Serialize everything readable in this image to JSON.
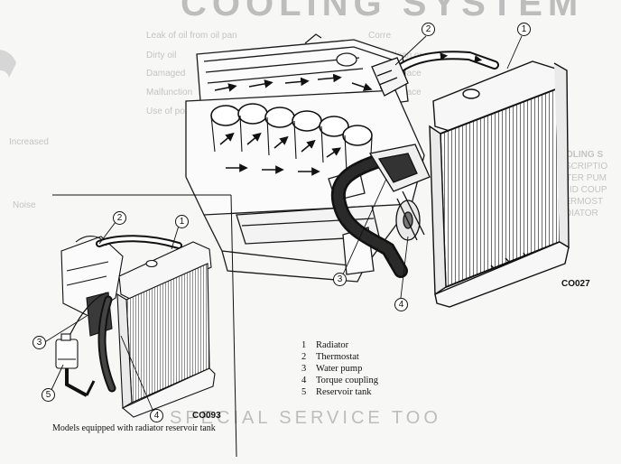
{
  "page_title": "COOLING SYSTEM",
  "bottom_heading": "SPECIAL SERVICE TOO",
  "figure_codes": {
    "main": "CO027",
    "inset": "CO093"
  },
  "callouts": [
    "1",
    "2",
    "3",
    "4",
    "5"
  ],
  "legend": [
    {
      "num": "1",
      "label": "Radiator"
    },
    {
      "num": "2",
      "label": "Thermostat"
    },
    {
      "num": "3",
      "label": "Water pump"
    },
    {
      "num": "4",
      "label": "Torque coupling"
    },
    {
      "num": "5",
      "label": "Reservoir tank"
    }
  ],
  "inset_caption": "Models equipped with radiator reservoir tank",
  "bleed_text": {
    "top_row_1": "Leak of oil from oil pan",
    "top_row_2": "Dirty oil",
    "top_row_3": "Damaged",
    "top_row_4": "Malfunction",
    "top_row_5": "Use of po",
    "right_col_1": "Corre",
    "right_col_2": "Clean or replace",
    "right_col_3": "Replace",
    "right_col_4": "Replace",
    "side_1": "COOLING S",
    "side_2": "DESCRIPTIO",
    "side_3": "WATER PUM",
    "side_4": "FLUID COUP",
    "side_5": "THERMOST",
    "side_6": "RADIATOR",
    "left_1": "Increased",
    "left_2": "Noise"
  }
}
